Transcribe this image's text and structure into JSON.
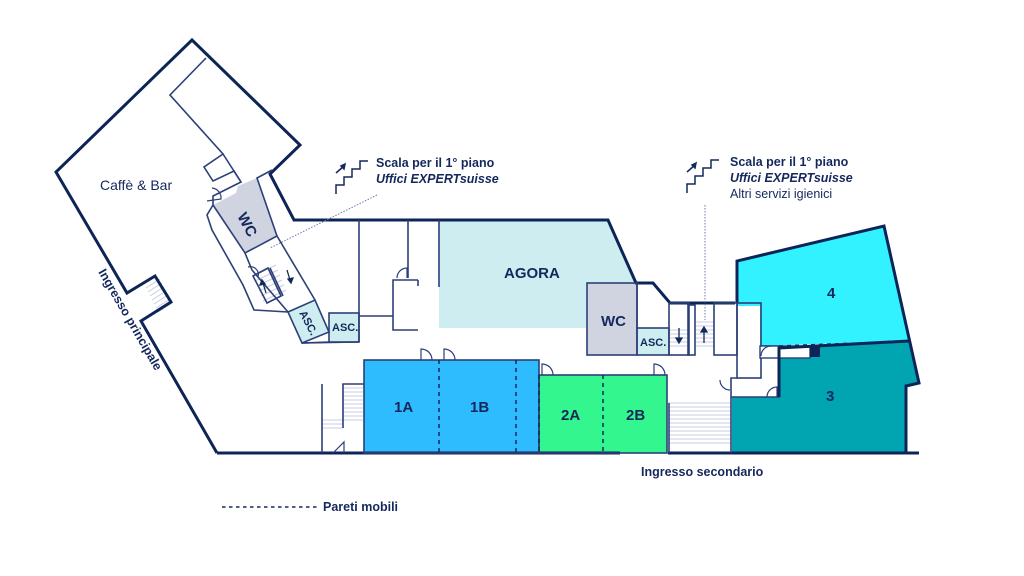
{
  "rooms": {
    "cafe_bar": "Caffè & Bar",
    "agora": "AGORA",
    "wc": "WC",
    "elevator": "ASC.",
    "room_1a": "1A",
    "room_1b": "1B",
    "room_2a": "2A",
    "room_2b": "2B",
    "room_3": "3",
    "room_4": "4"
  },
  "annotations": {
    "stairs_left_line1": "Scala per il 1° piano",
    "stairs_left_line2": "Uffici EXPERTsuisse",
    "stairs_right_line1": "Scala per il 1° piano",
    "stairs_right_line2": "Uffici EXPERTsuisse",
    "stairs_right_line3": "Altri servizi igienici",
    "main_entrance": "Ingresso principale",
    "secondary_entrance": "Ingresso secondario"
  },
  "legend": {
    "movable_walls": "Pareti mobili"
  },
  "colors": {
    "wall": "#0d2457",
    "agora": "#cdedf0",
    "wc": "#cfd4e0",
    "elevator": "#cdedf0",
    "rooms_1": "#2ebcff",
    "rooms_2": "#33f78e",
    "room_3": "#00a5b1",
    "room_4": "#33f2ff"
  },
  "icons": [
    "stairs-up-icon",
    "arrow-up-icon",
    "arrow-down-icon",
    "door-icon"
  ]
}
